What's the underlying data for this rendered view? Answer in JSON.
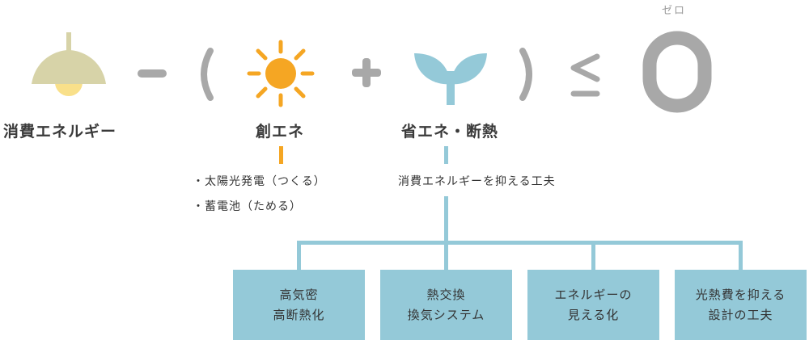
{
  "equation": {
    "consumption_label": "消費エネルギー",
    "creation_label": "創エネ",
    "saving_label": "省エネ・断熱",
    "zero_reading": "ゼロ"
  },
  "creation_notes": [
    "・太陽光発電（つくる）",
    "・蓄電池（ためる）"
  ],
  "saving_note": "消費エネルギーを抑える工夫",
  "boxes": [
    {
      "line1": "高気密",
      "line2": "高断熱化"
    },
    {
      "line1": "熱交換",
      "line2": "換気システム"
    },
    {
      "line1": "エネルギーの",
      "line2": "見える化"
    },
    {
      "line1": "光熱費を抑える",
      "line2": "設計の工夫"
    }
  ],
  "colors": {
    "lamp_shade": "#d7d3a8",
    "bulb": "#f9e08a",
    "sun": "#f5a623",
    "sprout": "#94c9d8",
    "operator_gray": "#a8a8a8",
    "zero_gray": "#a8a8a8",
    "tree_blue": "#94c9d8"
  },
  "icons": {
    "consumption": "ceiling-lamp-icon",
    "creation": "sun-icon",
    "saving": "sprout-icon"
  }
}
